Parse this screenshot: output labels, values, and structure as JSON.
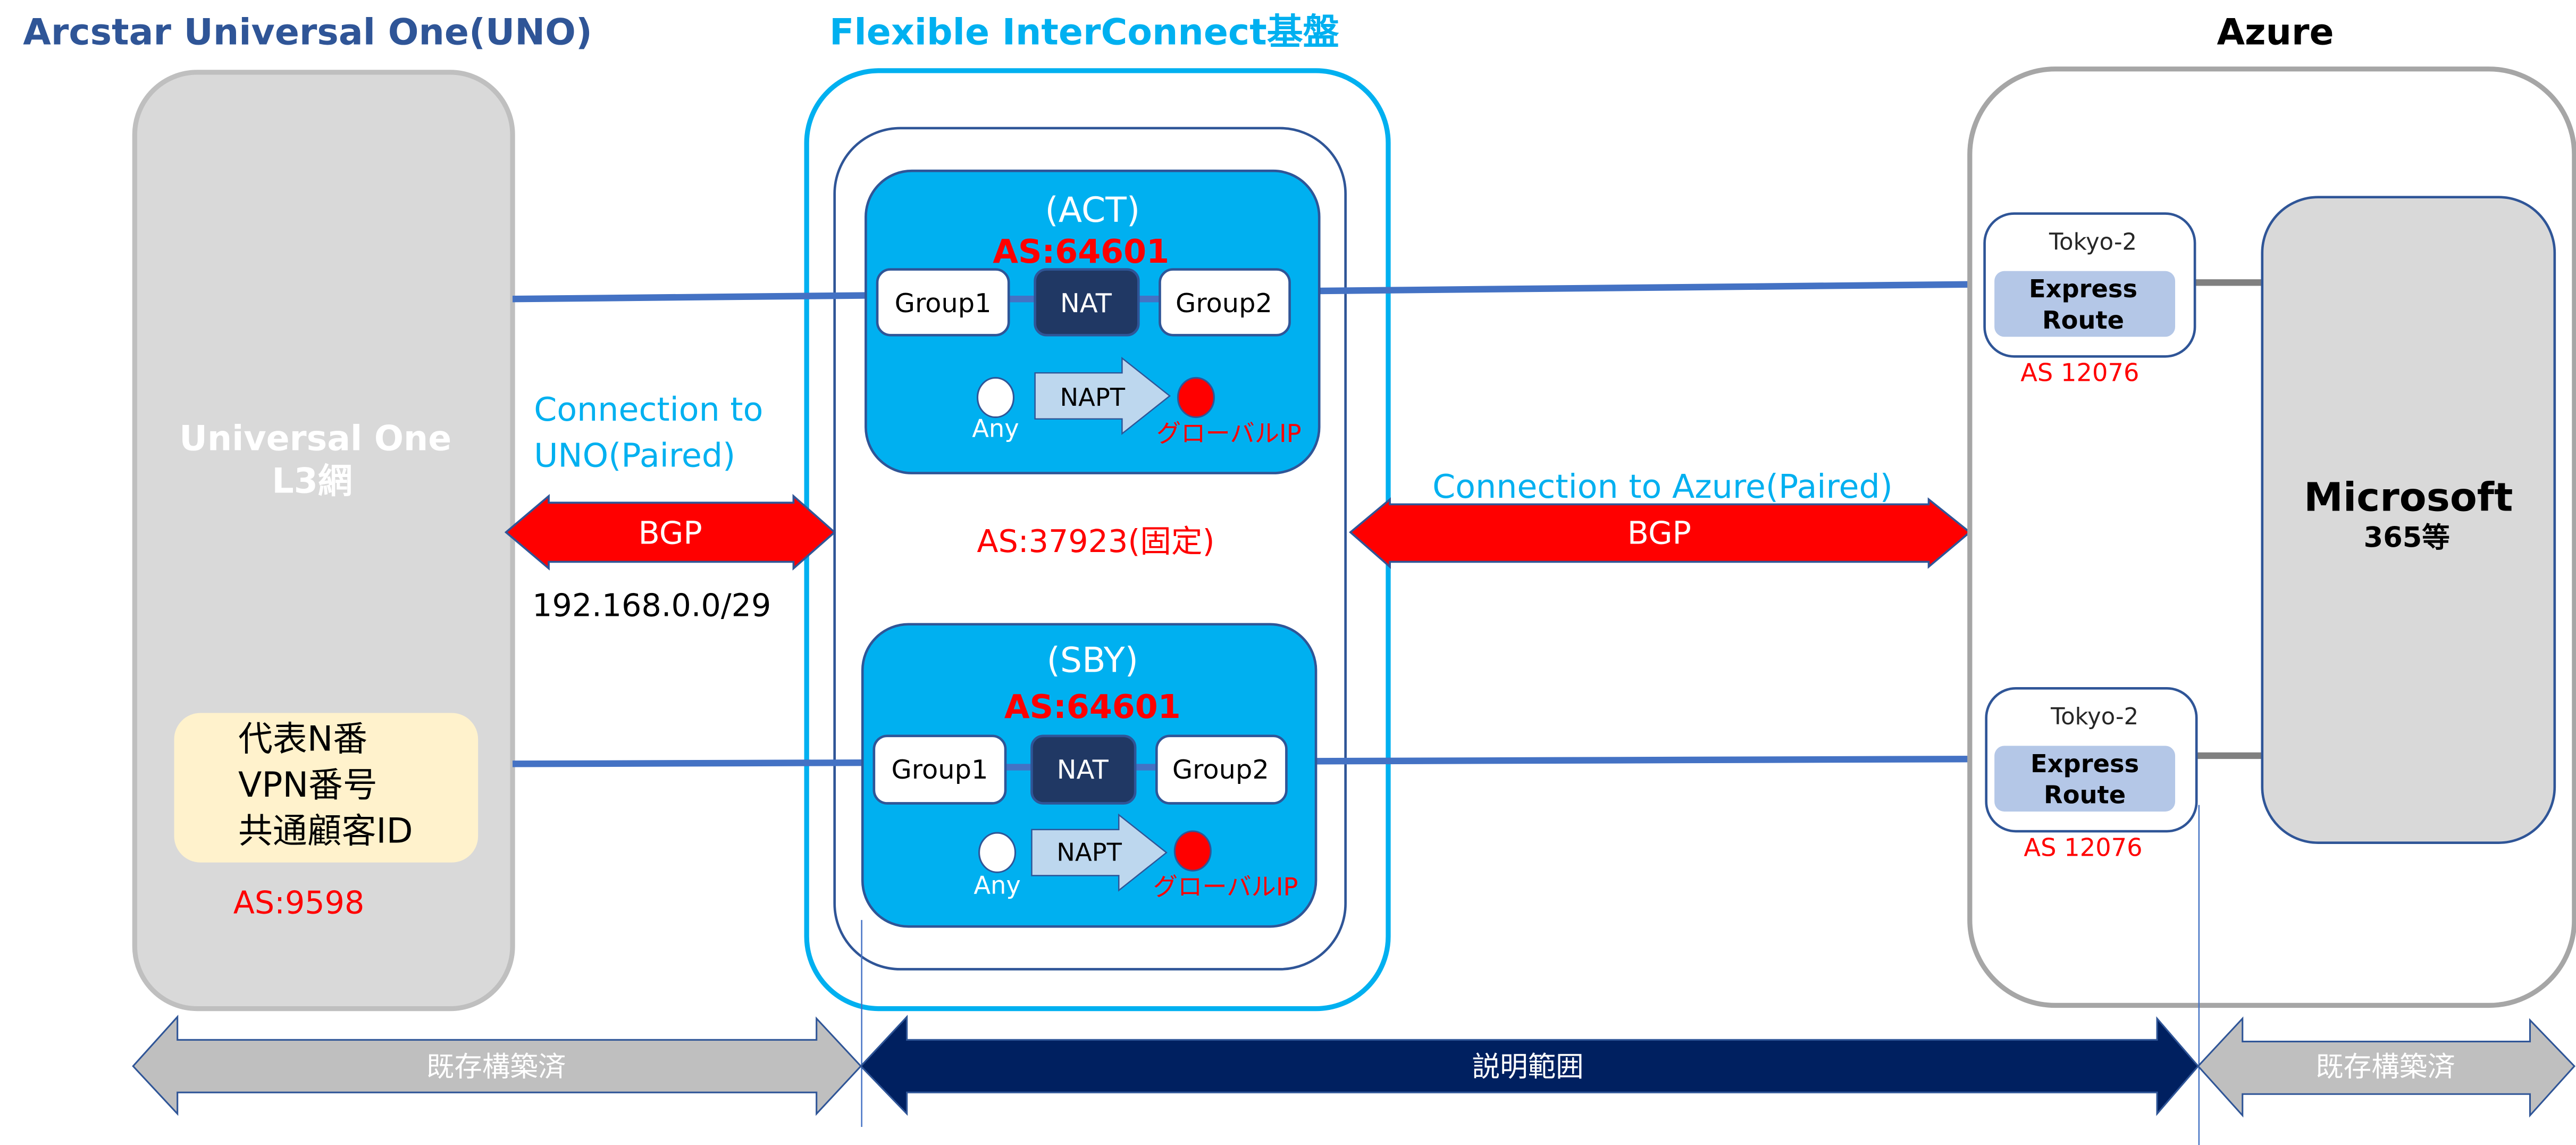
{
  "colors": {
    "uno_blue": "#2F5597",
    "fic_cyan": "#00B0F0",
    "navy": "#203864",
    "red": "#FF0000",
    "link_blue": "#4472C4",
    "gray_fill": "#D9D9D9",
    "gray_border": "#BFBFBF",
    "azure_border": "#A6A6A6",
    "cream": "#FFF2CC",
    "er_fill": "#B4C7E7",
    "napt_fill": "#BDD7EE",
    "scope_navy": "#002060"
  },
  "headers": {
    "uno": "Arcstar Universal One(UNO)",
    "fic": "Flexible InterConnect基盤",
    "azure": "Azure"
  },
  "uno": {
    "name_line1": "Universal One",
    "name_line2": "L3網",
    "ids": [
      "代表N番",
      "VPN番号",
      "共通顧客ID"
    ],
    "as": "AS:9598"
  },
  "uno_link": {
    "label_line1": "Connection to",
    "label_line2": "UNO(Paired)",
    "protocol": "BGP",
    "subnet": "192.168.0.0/29"
  },
  "fic": {
    "as_fixed": "AS:37923(固定)",
    "routers": [
      {
        "role": "(ACT)",
        "as": "AS:64601",
        "group1": "Group1",
        "nat": "NAT",
        "group2": "Group2",
        "napt": "NAPT",
        "source": "Any",
        "target": "グローバルIP"
      },
      {
        "role": "(SBY)",
        "as": "AS:64601",
        "group1": "Group1",
        "nat": "NAT",
        "group2": "Group2",
        "napt": "NAPT",
        "source": "Any",
        "target": "グローバルIP"
      }
    ]
  },
  "azure_link": {
    "label": "Connection to Azure(Paired)",
    "protocol": "BGP"
  },
  "azure": {
    "express_routes": [
      {
        "location": "Tokyo-2",
        "line1": "Express",
        "line2": "Route",
        "as": "AS 12076"
      },
      {
        "location": "Tokyo-2",
        "line1": "Express",
        "line2": "Route",
        "as": "AS 12076"
      }
    ],
    "microsoft_line1": "Microsoft",
    "microsoft_line2": "365等"
  },
  "scope": {
    "left": "既存構築済",
    "center": "説明範囲",
    "right": "既存構築済"
  }
}
